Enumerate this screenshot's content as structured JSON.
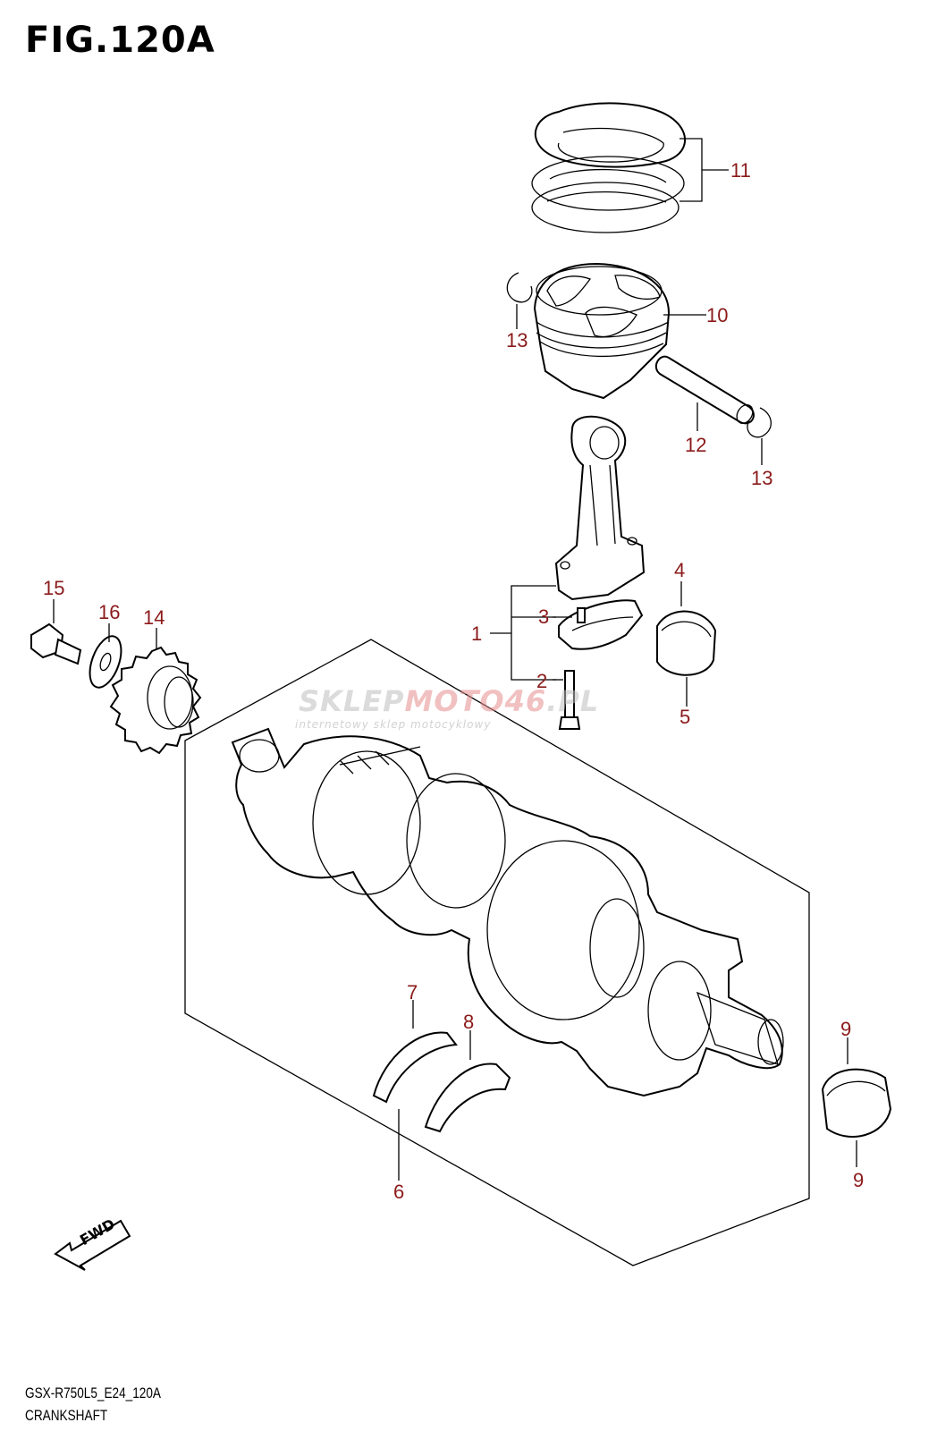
{
  "figure": {
    "title": "FIG.120A",
    "model_code": "GSX-R750L5_E24_120A",
    "name": "CRANKSHAFT"
  },
  "watermark": {
    "brand_a": "SKLEP",
    "brand_b": "MOTO46",
    "brand_c": ".PL",
    "tagline": "internetowy sklep motocyklowy"
  },
  "callouts": [
    {
      "id": "c11",
      "label": "11"
    },
    {
      "id": "c10",
      "label": "10"
    },
    {
      "id": "c13a",
      "label": "13"
    },
    {
      "id": "c12",
      "label": "12"
    },
    {
      "id": "c13b",
      "label": "13"
    },
    {
      "id": "c15",
      "label": "15"
    },
    {
      "id": "c16",
      "label": "16"
    },
    {
      "id": "c14",
      "label": "14"
    },
    {
      "id": "c4",
      "label": "4"
    },
    {
      "id": "c1",
      "label": "1"
    },
    {
      "id": "c3",
      "label": "3"
    },
    {
      "id": "c2",
      "label": "2"
    },
    {
      "id": "c5",
      "label": "5"
    },
    {
      "id": "c7",
      "label": "7"
    },
    {
      "id": "c8",
      "label": "8"
    },
    {
      "id": "c9a",
      "label": "9"
    },
    {
      "id": "c9b",
      "label": "9"
    },
    {
      "id": "c6",
      "label": "6"
    }
  ],
  "fwd_label": "FWD",
  "colors": {
    "callout": "#8b1a1a",
    "line": "#000000"
  }
}
